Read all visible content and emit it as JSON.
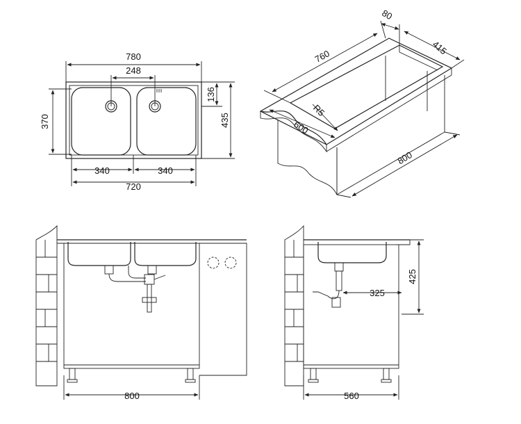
{
  "top_view": {
    "overall_width": "780",
    "bowl_spacing": "248",
    "overall_depth": "435",
    "inner_depth": "370",
    "edge_offset": "136",
    "left_bowl": "340",
    "right_bowl": "340",
    "inner_width": "720"
  },
  "cutout_view": {
    "length": "760",
    "margin": "80",
    "width": "415",
    "radius": "R5",
    "cabinet_depth": "600",
    "cabinet_width": "800"
  },
  "front_view": {
    "cabinet_width": "800"
  },
  "side_view": {
    "cabinet_depth": "560",
    "drain_offset": "325",
    "height": "425"
  },
  "colors": {
    "line": "#222222",
    "brick_fill": "#f2f2f2"
  }
}
